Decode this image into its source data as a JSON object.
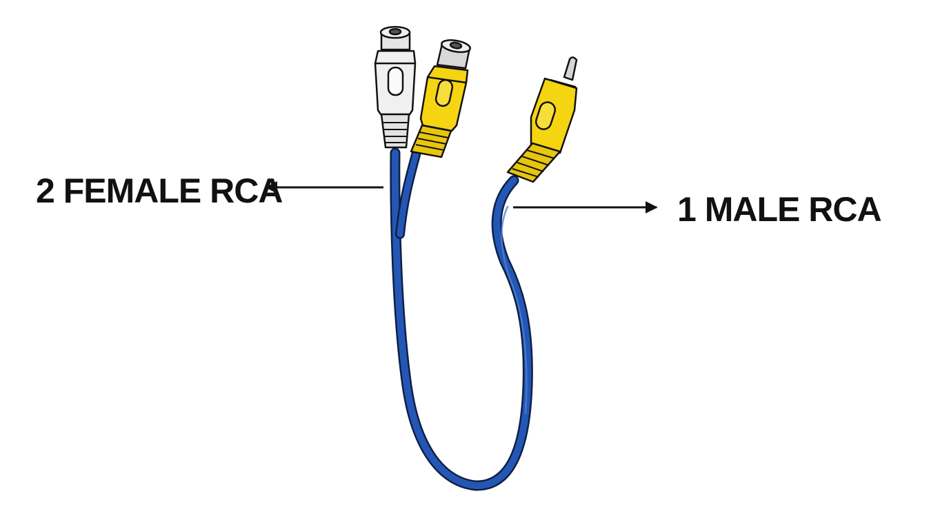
{
  "labels": {
    "female_side": "2 FEMALE RCA",
    "male_side": "1 MALE RCA"
  },
  "colors": {
    "background": "#ffffff",
    "cable": "#2457b5",
    "cable_outline": "#0f1f45",
    "yellow_connector": "#f5d412",
    "white_connector": "#f0f0f0",
    "outline": "#111111",
    "metal": "#cfcfcf"
  },
  "parts": [
    "white-female-rca-connector",
    "yellow-female-rca-connector",
    "yellow-male-rca-plug",
    "blue-y-splitter-cable"
  ]
}
